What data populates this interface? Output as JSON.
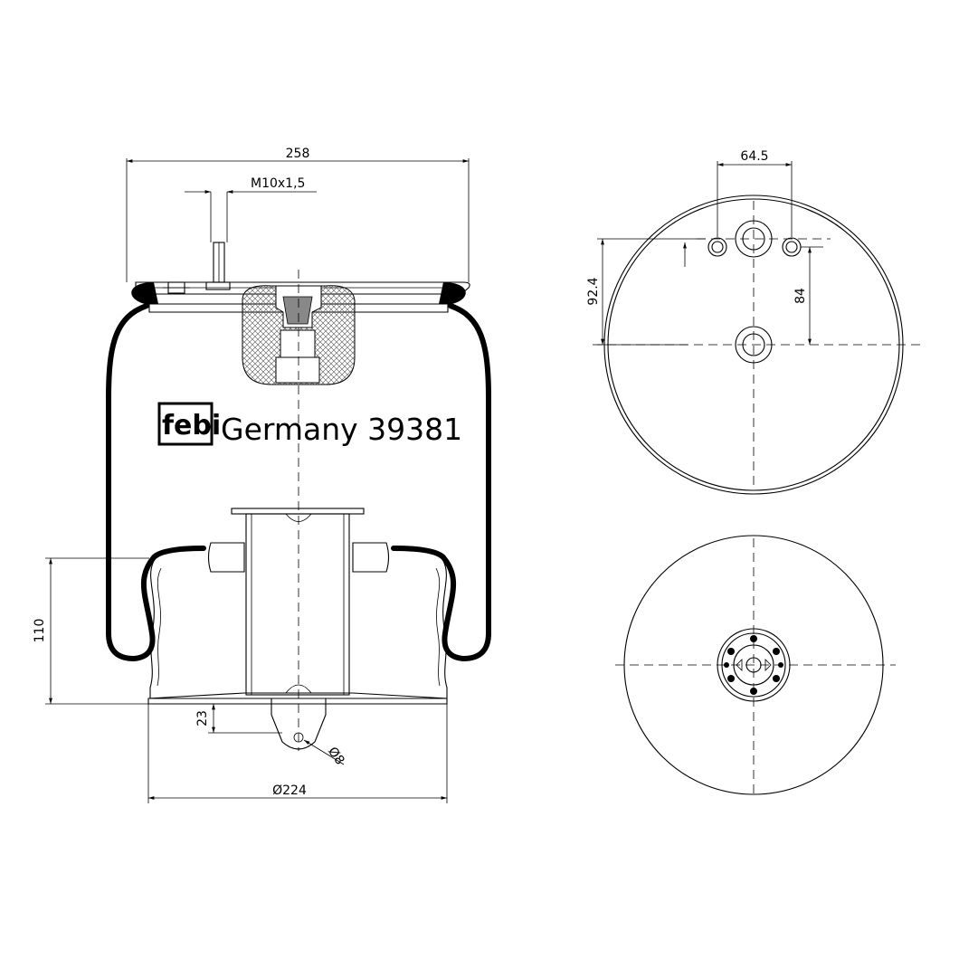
{
  "brand": {
    "logo_text": "febi",
    "caption": "Germany 39381"
  },
  "dimensions": {
    "overall_width": "258",
    "thread": "M10x1,5",
    "bellows_height": "110",
    "pin_offset": "23",
    "pin_hole": "Ø8",
    "base_diameter": "Ø224",
    "top_hole_spacing": "64.5",
    "top_offset_left": "92.4",
    "top_offset_right": "84"
  }
}
